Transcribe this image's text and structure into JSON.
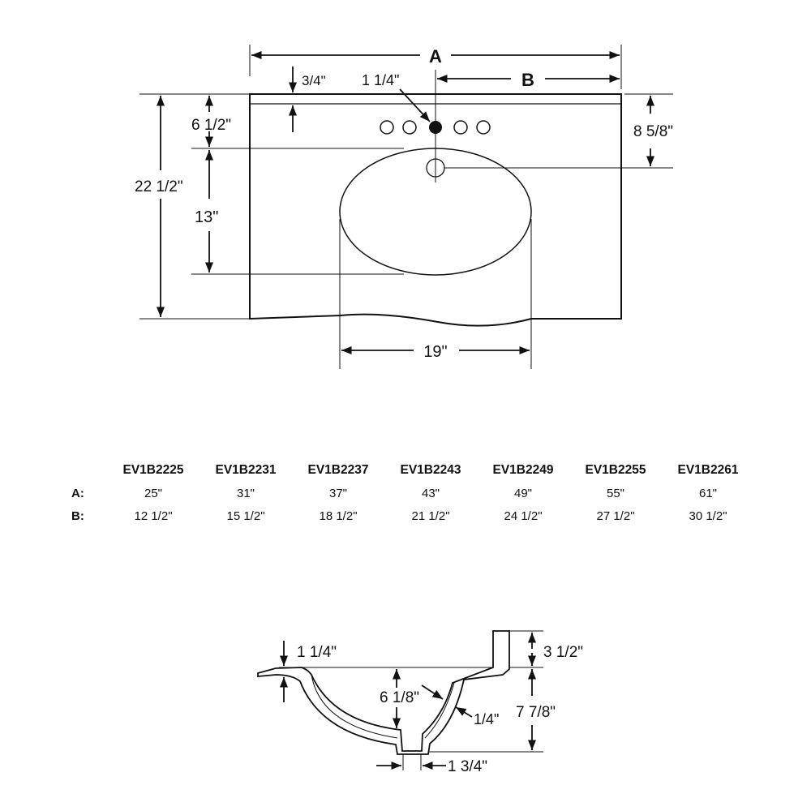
{
  "top_view": {
    "label_A": "A",
    "label_B": "B",
    "dim_three_quarter": "3/4\"",
    "dim_drain": "1 1/4\"",
    "dim_six_half": "6 1/2\"",
    "dim_twentytwo_half": "22 1/2\"",
    "dim_thirteen": "13\"",
    "dim_eight_fiveeighth": "8 5/8\"",
    "dim_nineteen": "19\""
  },
  "table": {
    "models": [
      "EV1B2225",
      "EV1B2231",
      "EV1B2237",
      "EV1B2243",
      "EV1B2249",
      "EV1B2255",
      "EV1B2261"
    ],
    "row_a_label": "A:",
    "row_b_label": "B:",
    "a_values": [
      "25\"",
      "31\"",
      "37\"",
      "43\"",
      "49\"",
      "55\"",
      "61\""
    ],
    "b_values": [
      "12 1/2\"",
      "15 1/2\"",
      "18 1/2\"",
      "21 1/2\"",
      "24 1/2\"",
      "27 1/2\"",
      "30 1/2\""
    ]
  },
  "section_view": {
    "dim_rim": "1 1/4\"",
    "dim_backsplash": "3 1/2\"",
    "dim_depth": "6 1/8\"",
    "dim_wall": "1/4\"",
    "dim_total": "7 7/8\"",
    "dim_drain_width": "1 3/4\""
  }
}
